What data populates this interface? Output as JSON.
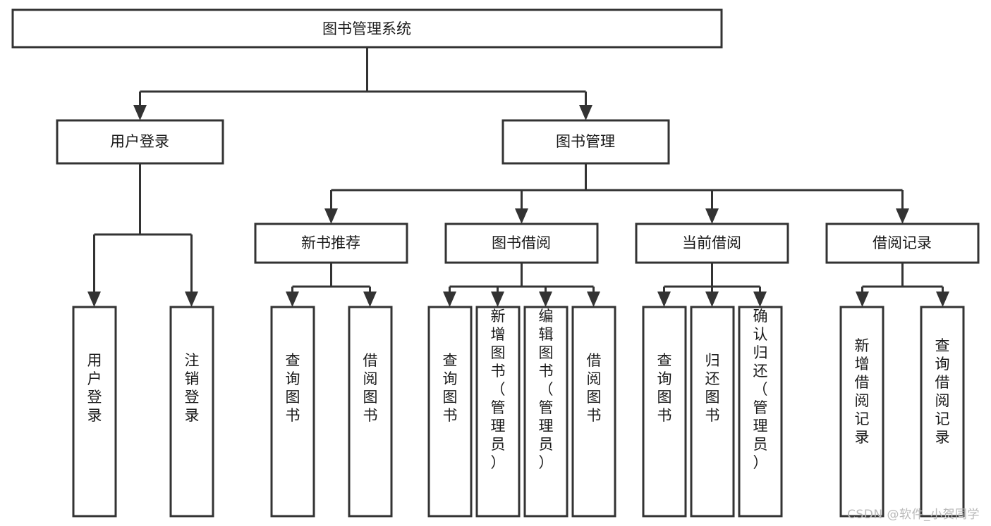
{
  "diagram": {
    "title": "图书管理系统",
    "type": "hierarchy-tree",
    "orientation": "top-down",
    "colors": {
      "box_fill": "#ffffff",
      "box_stroke": "#333333",
      "text": "#1a1a1a",
      "watermark": "#b9b9b9",
      "background": "#ffffff"
    },
    "levels": 4,
    "root": {
      "label": "图书管理系统",
      "orientation": "horizontal"
    },
    "level2": [
      {
        "label": "用户登录",
        "orientation": "horizontal"
      },
      {
        "label": "图书管理",
        "orientation": "horizontal"
      }
    ],
    "level3": [
      {
        "label": "新书推荐",
        "orientation": "horizontal",
        "parent": "图书管理"
      },
      {
        "label": "图书借阅",
        "orientation": "horizontal",
        "parent": "图书管理"
      },
      {
        "label": "当前借阅",
        "orientation": "horizontal",
        "parent": "图书管理"
      },
      {
        "label": "借阅记录",
        "orientation": "horizontal",
        "parent": "图书管理"
      }
    ],
    "leaves": {
      "用户登录": [
        {
          "label": "用户登录",
          "orientation": "vertical"
        },
        {
          "label": "注销登录",
          "orientation": "vertical"
        }
      ],
      "新书推荐": [
        {
          "label": "查询图书",
          "orientation": "vertical"
        },
        {
          "label": "借阅图书",
          "orientation": "vertical"
        }
      ],
      "图书借阅": [
        {
          "label": "查询图书",
          "orientation": "vertical"
        },
        {
          "label": "新增图书（管理员）",
          "orientation": "vertical"
        },
        {
          "label": "编辑图书（管理员）",
          "orientation": "vertical"
        },
        {
          "label": "借阅图书",
          "orientation": "vertical"
        }
      ],
      "当前借阅": [
        {
          "label": "查询图书",
          "orientation": "vertical"
        },
        {
          "label": "归还图书",
          "orientation": "vertical"
        },
        {
          "label": "确认归还（管理员）",
          "orientation": "vertical"
        }
      ],
      "借阅记录": [
        {
          "label": "新增借阅记录",
          "orientation": "vertical"
        },
        {
          "label": "查询借阅记录",
          "orientation": "vertical"
        }
      ]
    }
  },
  "watermark": {
    "text": "CSDN @软件_小贺同学"
  }
}
